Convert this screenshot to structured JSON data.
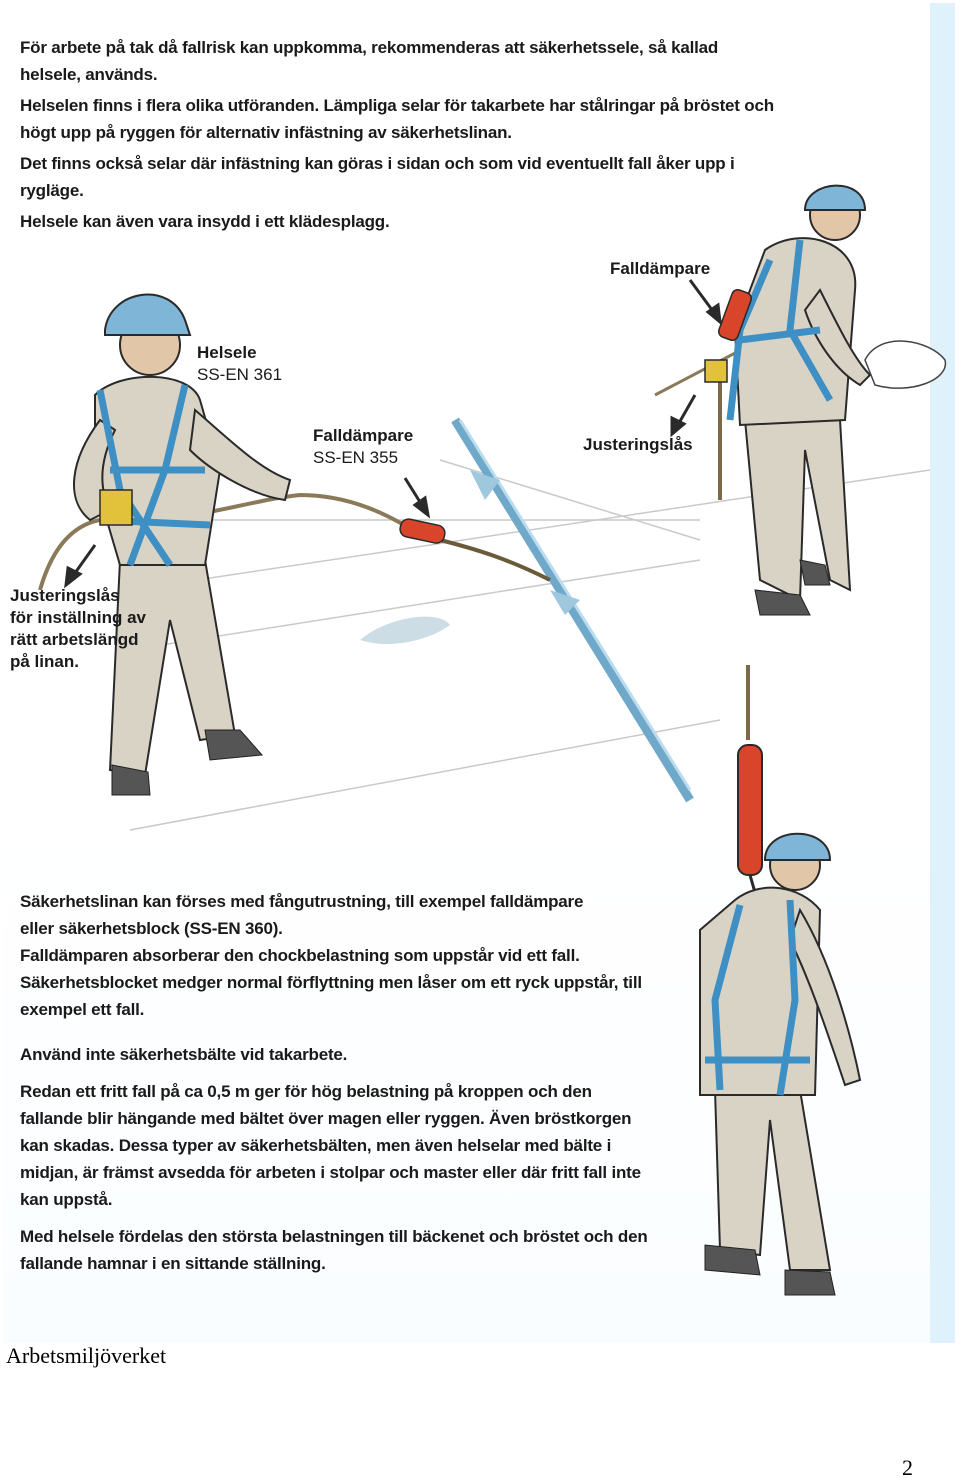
{
  "intro": {
    "p1": "För arbete på tak då fallrisk kan uppkomma, rekommenderas att säkerhetssele, så kallad helsele, används.",
    "p2": "Helselen finns i flera olika utföranden. Lämpliga selar för takarbete har stålringar på bröstet och högt upp på ryggen för alternativ infästning av säkerhetslinan.",
    "p3": "Det finns också selar där infästning kan göras i sidan och som vid eventuellt fall åker upp i rygläge.",
    "p4": "Helsele kan även vara insydd i ett klädesplagg."
  },
  "labels": {
    "falldampare_top": "Falldämpare",
    "helsele_line1": "Helsele",
    "helsele_line2": "SS-EN 361",
    "falldampare_mid_line1": "Falldämpare",
    "falldampare_mid_line2": "SS-EN 355",
    "justeringslas_right": "Justeringslås",
    "justeringslas_left_line1": "Justeringslås",
    "justeringslas_left_line2": "för inställning av",
    "justeringslas_left_line3": "rätt arbetslängd",
    "justeringslas_left_line4": "på linan."
  },
  "lower": {
    "p1": "Säkerhetslinan kan förses med fångutrustning, till exempel falldämpare eller säkerhetsblock (SS-EN 360).",
    "p2": "Falldämparen absorberar den chockbelastning som uppstår vid ett fall. Säkerhetsblocket medger normal förflyttning men låser om ett ryck uppstår, till exempel ett fall.",
    "p3": "Använd inte säkerhetsbälte vid takarbete.",
    "p4": "Redan ett fritt fall på ca 0,5 m ger för hög belastning på kroppen och den fallande blir hängande med bältet över magen eller ryggen. Även bröstkorgen kan skadas. Dessa typer av säkerhetsbälten, men även helselar med bälte i midjan, är främst avsedda för arbeten i stolpar och master eller där fritt fall inte kan uppstå.",
    "p5": "Med helsele fördelas den största belastningen till bäckenet och bröstet och den fallande hamnar i en sittande ställning."
  },
  "footer": {
    "publisher": "Arbetsmiljöverket",
    "page_number": "2"
  },
  "colors": {
    "helmet": "#7fb6d8",
    "harness": "#3d8fc4",
    "shock_absorber": "#d8452b",
    "clothing": "#d9d3c6",
    "outline": "#2a2a2a"
  }
}
